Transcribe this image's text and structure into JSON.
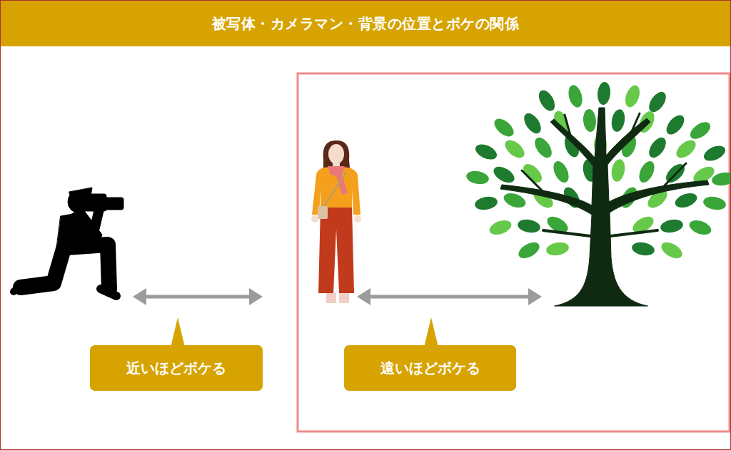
{
  "diagram": {
    "title": "被写体・カメラマン・背景の位置とボケの関係",
    "nodes": [
      {
        "text": [
          "近いほどボケる"
        ]
      },
      {
        "text": [
          "遠いほどボケる"
        ]
      }
    ]
  }
}
